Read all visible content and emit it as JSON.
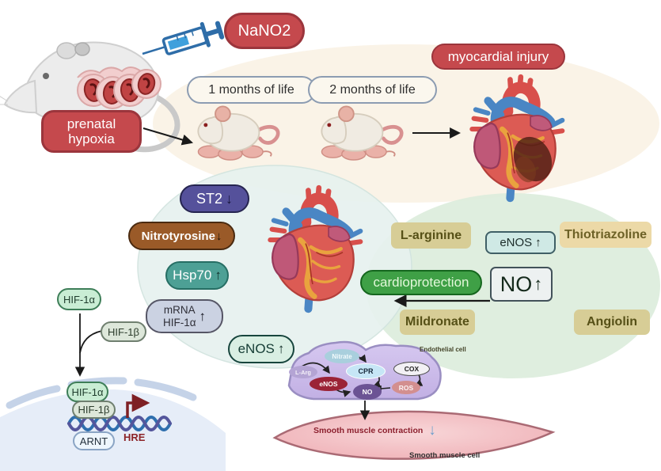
{
  "stages": {
    "nano2": "NaNO2",
    "prenatal_hypoxia": "prenatal hypoxia",
    "month1": "1 months of life",
    "month2": "2 months of life",
    "myocardial_injury": "myocardial injury"
  },
  "markers": {
    "st2": {
      "label": "ST2",
      "dir": "↓"
    },
    "nitrotyrosine": {
      "label": "Nitrotyrosine",
      "dir": "↓"
    },
    "hsp70": {
      "label": "Hsp70",
      "dir": "↑"
    },
    "mrna_hif1a": {
      "line1": "mRNA",
      "line2": "HIF-1α",
      "dir": "↑"
    },
    "enos": {
      "label": "eNOS",
      "dir": "↑"
    }
  },
  "protection": {
    "l_arginine": "L-arginine",
    "thiotriazoline": "Thiotriazoline",
    "enos": {
      "label": "eNOS",
      "dir": "↑"
    },
    "no": {
      "label": "NO",
      "dir": "↑"
    },
    "cardioprotection": "cardioprotection",
    "mildronate": "Mildronate",
    "angiolin": "Angiolin"
  },
  "hif_pathway": {
    "hif1a": "HIF-1α",
    "hif1b": "HIF-1β",
    "hif1a_nuclear": "HIF-1α",
    "hif1b_nuclear": "HIF-1β",
    "arnt": "ARNT",
    "hre": "HRE"
  },
  "endothelial_cell": {
    "label": "Endothelial cell",
    "nitrate": "Nitrate",
    "l_arg": "L-Arg",
    "enos": "eNOS",
    "cpr": "CPR",
    "no": "NO",
    "cox": "COX",
    "ros": "ROS"
  },
  "smooth_muscle": {
    "contraction": "Smooth muscle contraction",
    "dir": "↓",
    "cell_label": "Smooth muscle cell"
  },
  "colors": {
    "stage_red": "#c5494d",
    "st2_purple": "#55519b",
    "nitrotyrosine_brown": "#9a5a28",
    "hsp70_teal": "#4da095",
    "cardioprotection_green": "#3fa046",
    "khaki": "#d7cd96",
    "top_ellipse": "#faf3e7",
    "middle_ellipse": "#e7f2ef",
    "right_ellipse": "#dcecdb"
  }
}
